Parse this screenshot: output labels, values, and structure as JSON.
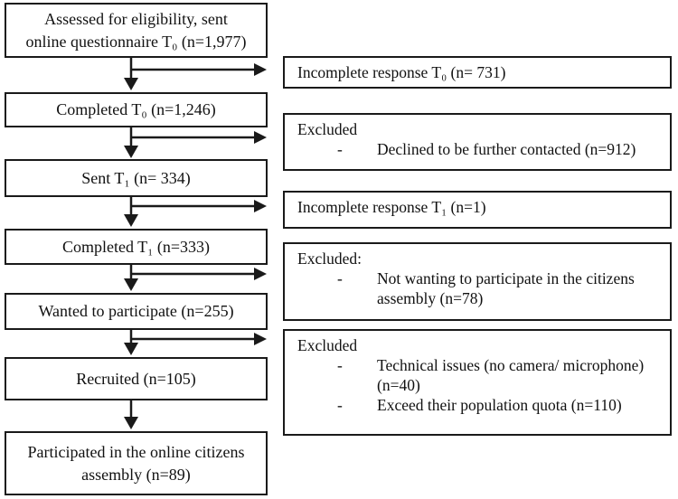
{
  "figure": {
    "type": "flow-diagram",
    "background_color": "#ffffff",
    "line_color": "#1a1a1a",
    "bullet_char": "-"
  },
  "left_boxes": [
    {
      "id": "assessed",
      "lines": [
        "Assessed for eligibility, sent",
        "online questionnaire T₀ (n=1,977)"
      ]
    },
    {
      "id": "completed-t0",
      "lines": [
        "Completed T₀ (n=1,246)"
      ]
    },
    {
      "id": "sent-t1",
      "lines": [
        "Sent T₁ (n= 334)"
      ]
    },
    {
      "id": "completed-t1",
      "lines": [
        "Completed T₁ (n=333)"
      ]
    },
    {
      "id": "wanted",
      "lines": [
        "Wanted to participate (n=255)"
      ]
    },
    {
      "id": "recruited",
      "lines": [
        "Recruited (n=105)"
      ]
    },
    {
      "id": "participated",
      "lines": [
        "Participated in the online citizens",
        "assembly (n=89)"
      ]
    }
  ],
  "right_boxes": [
    {
      "id": "incomplete-t0",
      "heading": "Incomplete response T₀ (n= 731)",
      "bullets": []
    },
    {
      "id": "excluded-1",
      "heading": "Excluded",
      "bullets": [
        {
          "lines": [
            "Declined to be further contacted (n=912)"
          ]
        }
      ]
    },
    {
      "id": "incomplete-t1",
      "heading": "Incomplete response T₁ (n=1)",
      "bullets": []
    },
    {
      "id": "excluded-2",
      "heading": "Excluded:",
      "bullets": [
        {
          "lines": [
            "Not wanting to participate in the citizens",
            "assembly (n=78)"
          ]
        }
      ]
    },
    {
      "id": "excluded-3",
      "heading": "Excluded",
      "bullets": [
        {
          "lines": [
            "Technical issues (no camera/ microphone)",
            "(n=40)"
          ]
        },
        {
          "lines": [
            "Exceed their population quota (n=110)"
          ]
        }
      ]
    }
  ]
}
